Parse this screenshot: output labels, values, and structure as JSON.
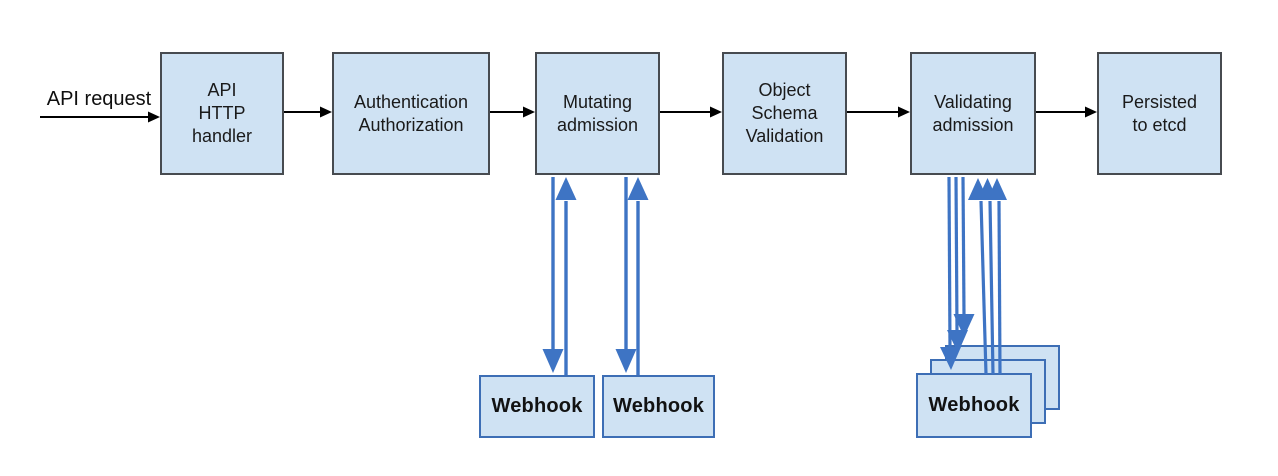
{
  "diagram": {
    "title_implicit": "Kubernetes API request admission flow",
    "request_label": "API request",
    "nodes": [
      {
        "id": "api-http-handler",
        "label": "API\nHTTP\nhandler"
      },
      {
        "id": "authentication-authorization",
        "label": "Authentication\nAuthorization"
      },
      {
        "id": "mutating-admission",
        "label": "Mutating\nadmission"
      },
      {
        "id": "object-schema-validation",
        "label": "Object\nSchema\nValidation"
      },
      {
        "id": "validating-admission",
        "label": "Validating\nadmission"
      },
      {
        "id": "persisted-to-etcd",
        "label": "Persisted\nto etcd"
      }
    ],
    "webhook_boxes": [
      {
        "id": "mutating-webhook-1",
        "label": "Webhook"
      },
      {
        "id": "mutating-webhook-2",
        "label": "Webhook"
      },
      {
        "id": "validating-webhook-front",
        "label": "Webhook"
      }
    ],
    "colors": {
      "node_fill": "#cfe2f3",
      "node_border": "#474b50",
      "webhook_border": "#3d6eb5",
      "webhook_arrow": "#3e74c4",
      "flow_arrow": "#000000",
      "text": "#1a1a1a"
    }
  }
}
